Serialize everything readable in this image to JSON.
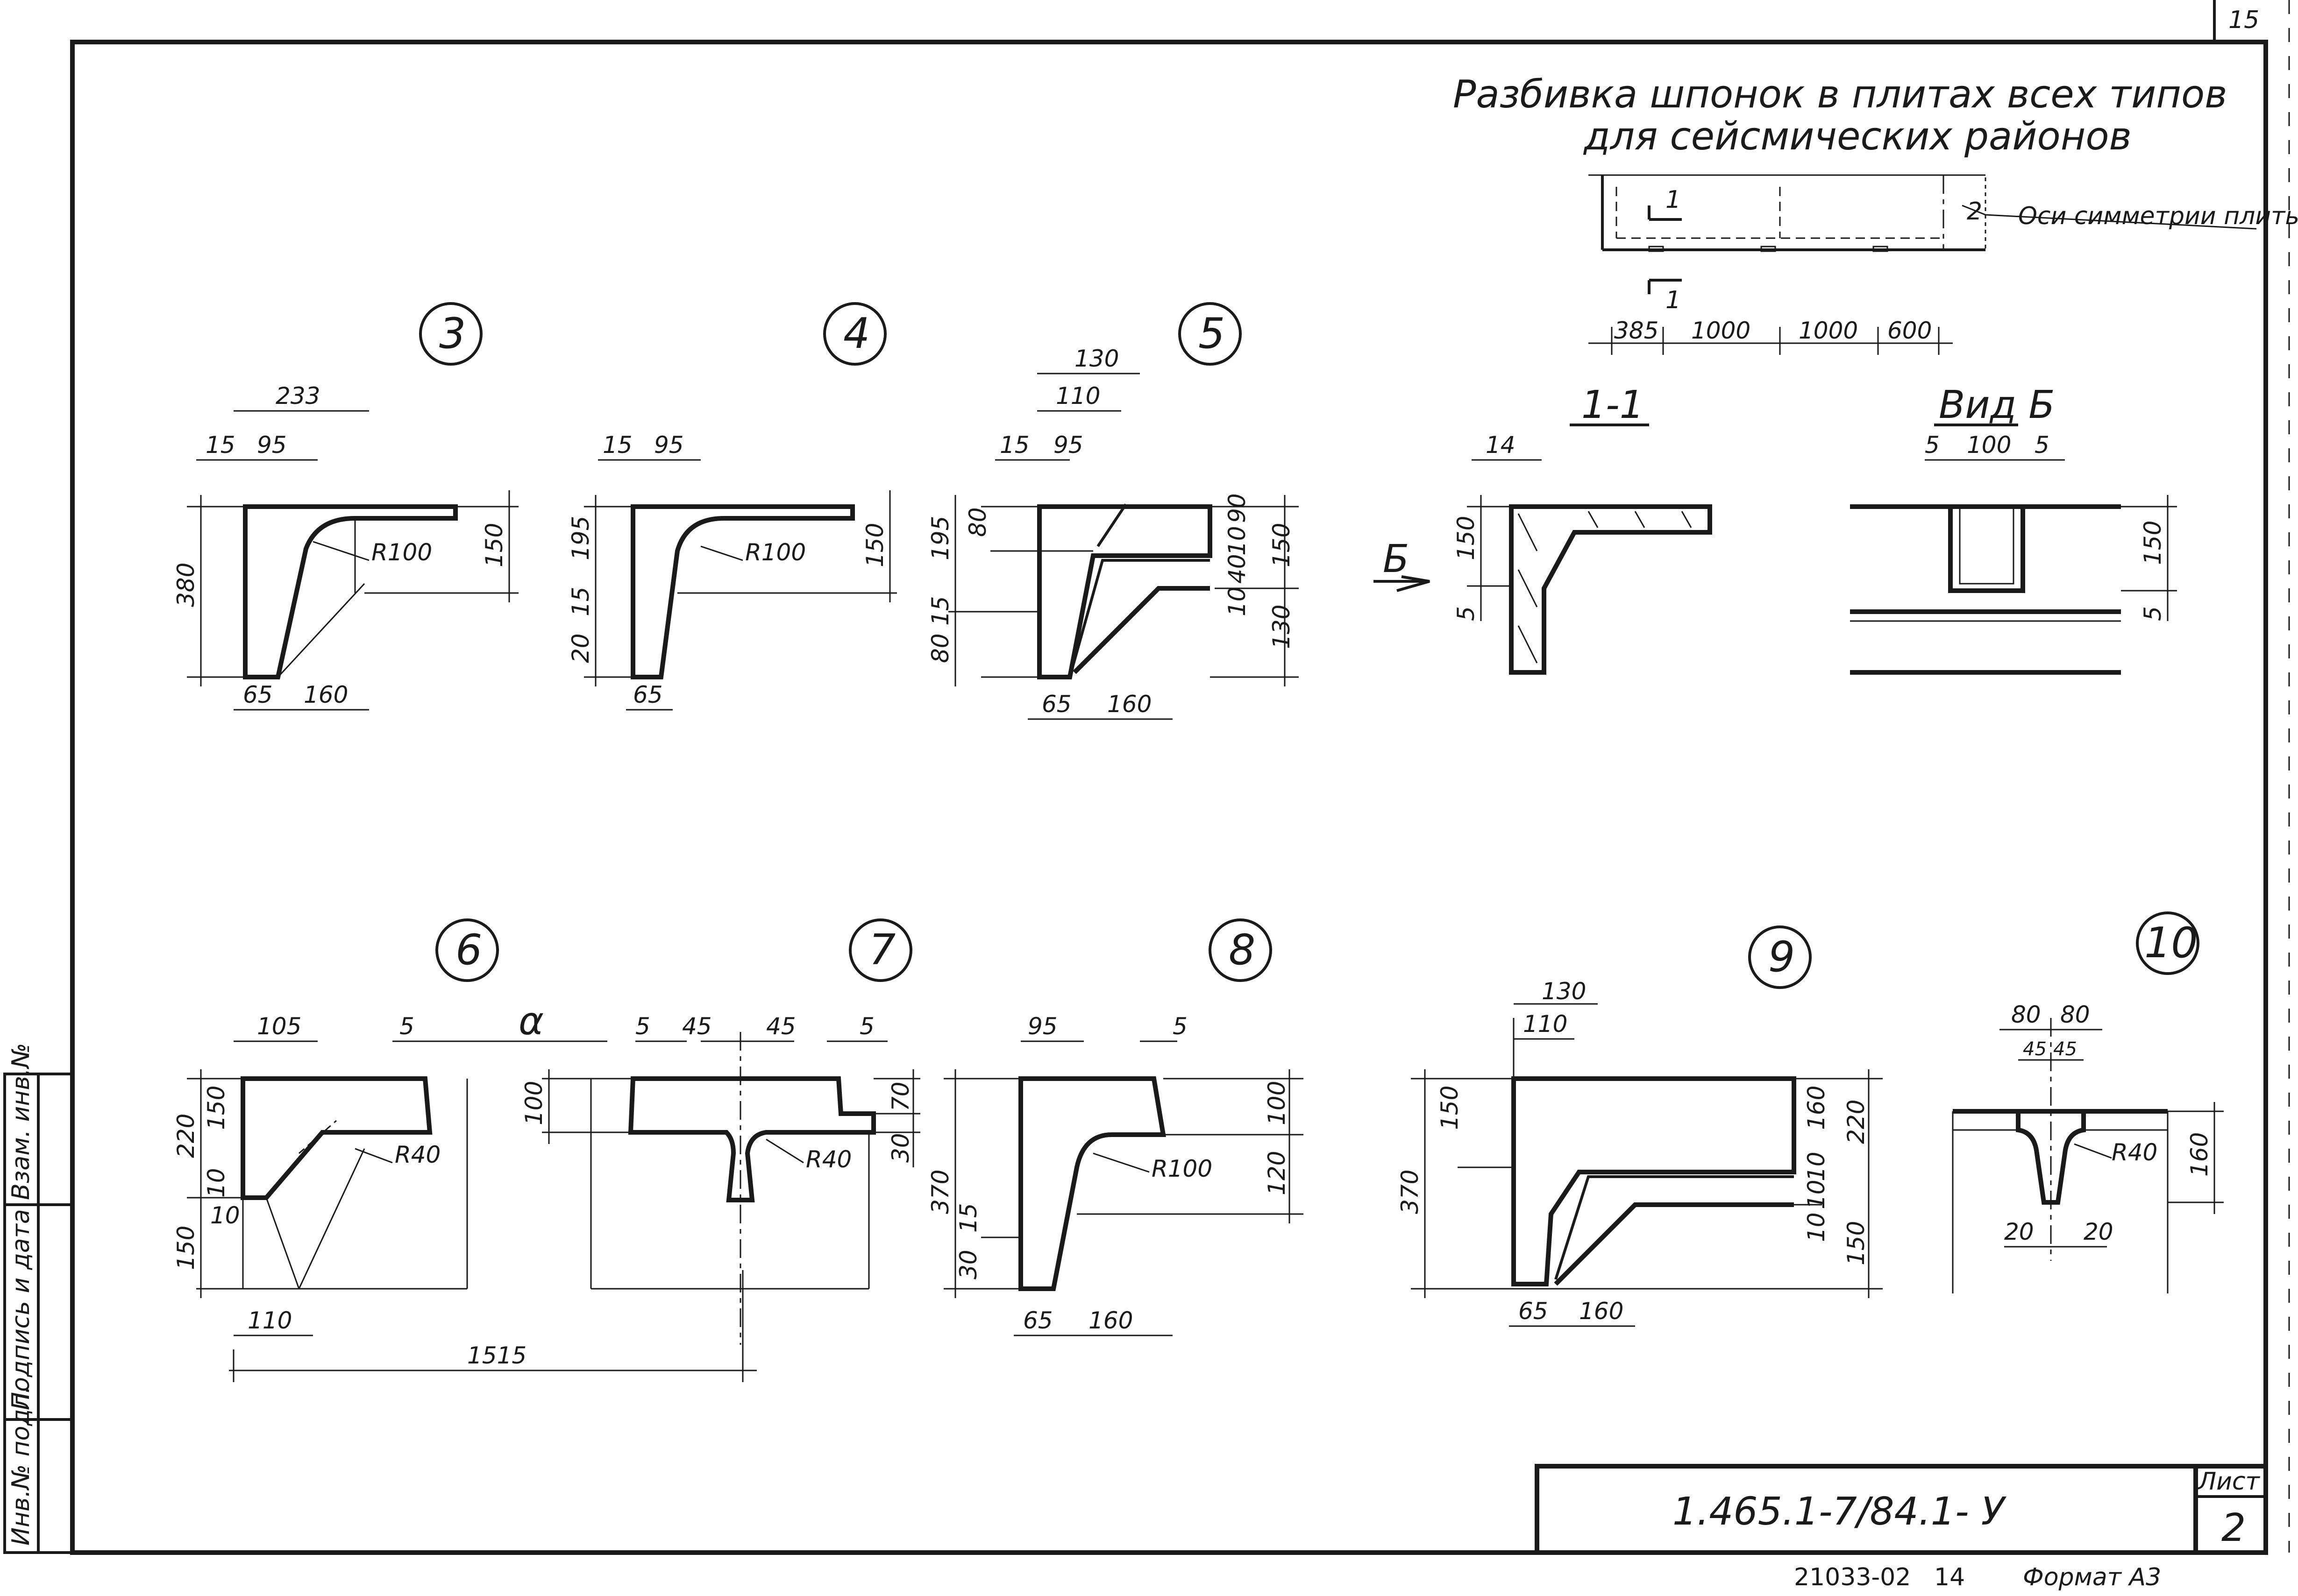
{
  "sheet": {
    "page_number": "15",
    "title_line1": "Разбивка шпонок в плитах всех типов",
    "title_line2": "для сейсмических районов",
    "document_code": "1.465.1-7/84.1- У",
    "sheet_label": "Лист",
    "sheet_number": "2",
    "archive_number": "21033-02",
    "archive_page": "14",
    "format": "Формат А3",
    "side_stamp": [
      "Инв.№ подл.",
      "Подпись и дата",
      "Взам. инв.№"
    ]
  },
  "plan": {
    "axis_label": "Оси симметрии плиты",
    "section_marks": [
      "1",
      "1"
    ],
    "mark2": "2",
    "dims": [
      "385",
      "1000",
      "1000",
      "600"
    ]
  },
  "details": [
    {
      "id": "3",
      "dims": [
        "233",
        "15",
        "95",
        "380",
        "150",
        "65",
        "160",
        "R100"
      ]
    },
    {
      "id": "4",
      "dims": [
        "15",
        "95",
        "195",
        "150",
        "15",
        "20",
        "65",
        "R100"
      ]
    },
    {
      "id": "5",
      "dims": [
        "130",
        "110",
        "15",
        "95",
        "80",
        "195",
        "15",
        "80",
        "10",
        "90",
        "40",
        "10",
        "150",
        "130",
        "65",
        "160"
      ]
    },
    {
      "id": "6",
      "dims": [
        "105",
        "5",
        "220",
        "150",
        "10",
        "10",
        "150",
        "R40",
        "110",
        "1515"
      ]
    },
    {
      "id": "7",
      "dims": [
        "α",
        "5",
        "45",
        "45",
        "5",
        "100",
        "70",
        "30",
        "R40"
      ]
    },
    {
      "id": "8",
      "dims": [
        "95",
        "5",
        "100",
        "120",
        "370",
        "15",
        "30",
        "R100",
        "65",
        "160"
      ]
    },
    {
      "id": "9",
      "dims": [
        "130",
        "110",
        "150",
        "370",
        "10",
        "160",
        "220",
        "10",
        "10",
        "150",
        "65",
        "160"
      ]
    },
    {
      "id": "10",
      "dims": [
        "80",
        "80",
        "45",
        "45",
        "R40",
        "160",
        "20",
        "20"
      ]
    }
  ],
  "sections": {
    "section_1_1": {
      "label": "1-1",
      "dims": [
        "14",
        "150",
        "5"
      ],
      "view_mark": "Б"
    },
    "view_b": {
      "label": "Вид Б",
      "dims": [
        "5",
        "100",
        "5",
        "150",
        "5"
      ]
    }
  }
}
